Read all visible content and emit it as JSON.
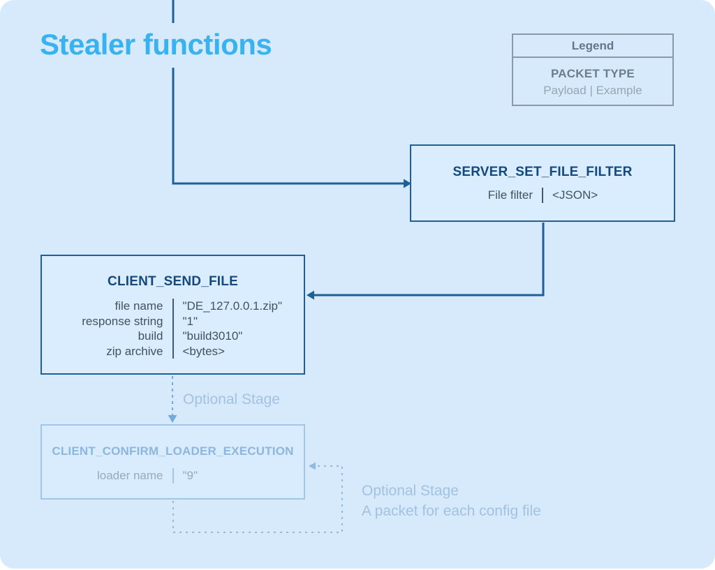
{
  "title": "Stealer functions",
  "legend": {
    "header": "Legend",
    "packet_type": "PACKET TYPE",
    "payload_example": "Payload | Example"
  },
  "nodes": [
    {
      "id": "server-set-file-filter",
      "title": "SERVER_SET_FILE_FILTER",
      "fields": [
        {
          "label": "File filter",
          "value": "<JSON>"
        }
      ]
    },
    {
      "id": "client-send-file",
      "title": "CLIENT_SEND_FILE",
      "fields": [
        {
          "label": "file name",
          "value": "\"DE_127.0.0.1.zip\""
        },
        {
          "label": "response string",
          "value": "\"1\""
        },
        {
          "label": "build",
          "value": "\"build3010\""
        },
        {
          "label": "zip archive",
          "value": "<bytes>"
        }
      ]
    },
    {
      "id": "client-confirm-loader-execution",
      "title": "CLIENT_CONFIRM_LOADER_EXECUTION",
      "fields": [
        {
          "label": "loader name",
          "value": "\"9\""
        }
      ]
    }
  ],
  "annotations": {
    "optional_stage": "Optional Stage",
    "optional_stage_loop_line1": "Optional Stage",
    "optional_stage_loop_line2": "A packet for each config file"
  },
  "colors": {
    "canvas_background": "#d6eafc",
    "title_accent": "#38b3ef",
    "solid_connector": "#1d5f98",
    "box_title_text": "#14497f",
    "field_text": "#42525f",
    "legend_border": "#8a99a8",
    "legend_text": "#6d7d8c",
    "legend_muted_text": "#97a6b4",
    "faded_border": "#a0c6e8",
    "faded_title_text": "#8db6de",
    "faded_field_text": "#96aabe",
    "dashed_arrow": "#74a9dc",
    "loop_dashes": "#8fbae5",
    "note_text": "#a3c2e2"
  }
}
